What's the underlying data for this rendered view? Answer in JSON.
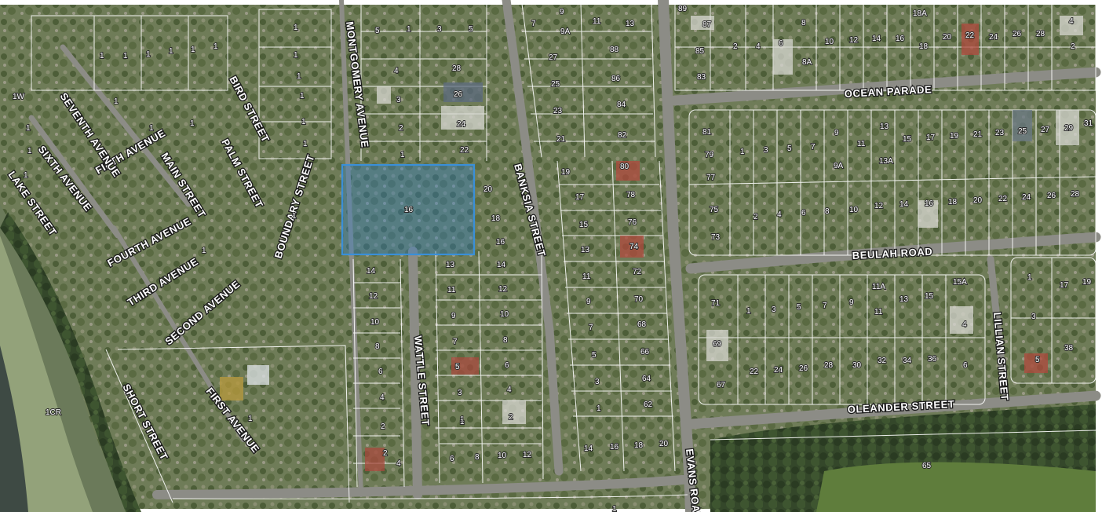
{
  "map": {
    "streets": [
      {
        "key": "montgomery",
        "label": "MONTGOMERY AVENUE"
      },
      {
        "key": "bird",
        "label": "BIRD STREET"
      },
      {
        "key": "palm",
        "label": "PALM STREET"
      },
      {
        "key": "main",
        "label": "MAIN STREET"
      },
      {
        "key": "fifth",
        "label": "FIFTH AVENUE"
      },
      {
        "key": "sixth",
        "label": "SIXTH AVENUE"
      },
      {
        "key": "seventh",
        "label": "SEVENTH AVENUE"
      },
      {
        "key": "lake",
        "label": "LAKE STREET"
      },
      {
        "key": "boundary",
        "label": "BOUNDARY STREET"
      },
      {
        "key": "fourth",
        "label": "FOURTH AVENUE"
      },
      {
        "key": "third",
        "label": "THIRD AVENUE"
      },
      {
        "key": "second",
        "label": "SECOND AVENUE"
      },
      {
        "key": "first",
        "label": "FIRST AVENUE"
      },
      {
        "key": "short",
        "label": "SHORT STREET"
      },
      {
        "key": "wattle",
        "label": "WATTLE STREET"
      },
      {
        "key": "banksia",
        "label": "BANKSIA STREET"
      },
      {
        "key": "evans",
        "label": "EVANS ROAD"
      },
      {
        "key": "ocean",
        "label": "OCEAN PARADE"
      },
      {
        "key": "beulah",
        "label": "BEULAH ROAD"
      },
      {
        "key": "lillian",
        "label": "LILLIAN STREET"
      },
      {
        "key": "oleander",
        "label": "OLEANDER STREET"
      }
    ],
    "highlighted_lot": {
      "label": "16",
      "color": "#3a8fd8"
    },
    "lots": [
      {
        "id": "w1",
        "label": "1W"
      },
      {
        "id": "cr",
        "label": "1CR"
      },
      {
        "id": "l65",
        "label": "65"
      },
      {
        "id": "a1",
        "label": "1"
      },
      {
        "id": "a2",
        "label": "1"
      },
      {
        "id": "a3",
        "label": "1"
      },
      {
        "id": "a4",
        "label": "1"
      },
      {
        "id": "a5",
        "label": "1"
      },
      {
        "id": "a6",
        "label": "1"
      },
      {
        "id": "a7",
        "label": "1"
      },
      {
        "id": "a8",
        "label": "1"
      },
      {
        "id": "a9",
        "label": "1"
      },
      {
        "id": "a10",
        "label": "1"
      },
      {
        "id": "a11",
        "label": "1"
      },
      {
        "id": "a12",
        "label": "1"
      },
      {
        "id": "a13",
        "label": "1"
      },
      {
        "id": "a14",
        "label": "1"
      },
      {
        "id": "a15",
        "label": "1"
      },
      {
        "id": "a16",
        "label": "1"
      },
      {
        "id": "a17",
        "label": "1"
      },
      {
        "id": "a18",
        "label": "1"
      },
      {
        "id": "a19",
        "label": "1"
      },
      {
        "id": "a20",
        "label": "1"
      },
      {
        "id": "a21",
        "label": "1"
      },
      {
        "id": "a22",
        "label": "1"
      },
      {
        "id": "m5",
        "label": "5"
      },
      {
        "id": "m1a",
        "label": "1"
      },
      {
        "id": "m4",
        "label": "4"
      },
      {
        "id": "m3",
        "label": "3"
      },
      {
        "id": "m2",
        "label": "2"
      },
      {
        "id": "m1b",
        "label": "1"
      },
      {
        "id": "n3",
        "label": "3"
      },
      {
        "id": "n5",
        "label": "5"
      },
      {
        "id": "n28",
        "label": "28"
      },
      {
        "id": "n26",
        "label": "26"
      },
      {
        "id": "n24",
        "label": "24"
      },
      {
        "id": "n22",
        "label": "22"
      },
      {
        "id": "w14",
        "label": "14"
      },
      {
        "id": "w12",
        "label": "12"
      },
      {
        "id": "w10",
        "label": "10"
      },
      {
        "id": "w8",
        "label": "8"
      },
      {
        "id": "w6",
        "label": "6"
      },
      {
        "id": "w4",
        "label": "4"
      },
      {
        "id": "w2a",
        "label": "2"
      },
      {
        "id": "w2b",
        "label": "2"
      },
      {
        "id": "w4b",
        "label": "4"
      },
      {
        "id": "e13",
        "label": "13"
      },
      {
        "id": "e11",
        "label": "11"
      },
      {
        "id": "e9",
        "label": "9"
      },
      {
        "id": "e7",
        "label": "7"
      },
      {
        "id": "e5",
        "label": "5"
      },
      {
        "id": "e3",
        "label": "3"
      },
      {
        "id": "e1",
        "label": "1"
      },
      {
        "id": "s6",
        "label": "6"
      },
      {
        "id": "s8",
        "label": "8"
      },
      {
        "id": "s10",
        "label": "10"
      },
      {
        "id": "s12",
        "label": "12"
      },
      {
        "id": "b20",
        "label": "20"
      },
      {
        "id": "b18",
        "label": "18"
      },
      {
        "id": "b16",
        "label": "16"
      },
      {
        "id": "b14",
        "label": "14"
      },
      {
        "id": "b12",
        "label": "12"
      },
      {
        "id": "b10",
        "label": "10"
      },
      {
        "id": "b8",
        "label": "8"
      },
      {
        "id": "b6",
        "label": "6"
      },
      {
        "id": "b4",
        "label": "4"
      },
      {
        "id": "b2",
        "label": "2"
      },
      {
        "id": "c7",
        "label": "7"
      },
      {
        "id": "c9",
        "label": "9"
      },
      {
        "id": "c11",
        "label": "11"
      },
      {
        "id": "c13",
        "label": "13"
      },
      {
        "id": "c9A",
        "label": "9A"
      },
      {
        "id": "c27",
        "label": "27"
      },
      {
        "id": "c88",
        "label": "88"
      },
      {
        "id": "c25",
        "label": "25"
      },
      {
        "id": "c86",
        "label": "86"
      },
      {
        "id": "c23",
        "label": "23"
      },
      {
        "id": "c84",
        "label": "84"
      },
      {
        "id": "c21",
        "label": "21"
      },
      {
        "id": "c82",
        "label": "82"
      },
      {
        "id": "c19",
        "label": "19"
      },
      {
        "id": "c80",
        "label": "80"
      },
      {
        "id": "c17",
        "label": "17"
      },
      {
        "id": "c78",
        "label": "78"
      },
      {
        "id": "c15",
        "label": "15"
      },
      {
        "id": "c76",
        "label": "76"
      },
      {
        "id": "c13b",
        "label": "13"
      },
      {
        "id": "c74",
        "label": "74"
      },
      {
        "id": "c11b",
        "label": "11"
      },
      {
        "id": "c72",
        "label": "72"
      },
      {
        "id": "c9b",
        "label": "9"
      },
      {
        "id": "c70",
        "label": "70"
      },
      {
        "id": "c7b",
        "label": "7"
      },
      {
        "id": "c68",
        "label": "68"
      },
      {
        "id": "c5",
        "label": "5"
      },
      {
        "id": "c66",
        "label": "66"
      },
      {
        "id": "c3",
        "label": "3"
      },
      {
        "id": "c64",
        "label": "64"
      },
      {
        "id": "c1",
        "label": "1"
      },
      {
        "id": "c62",
        "label": "62"
      },
      {
        "id": "c14",
        "label": "14"
      },
      {
        "id": "c16",
        "label": "16"
      },
      {
        "id": "c18",
        "label": "18"
      },
      {
        "id": "c20",
        "label": "20"
      },
      {
        "id": "o89",
        "label": "89"
      },
      {
        "id": "o87",
        "label": "87"
      },
      {
        "id": "o85",
        "label": "85"
      },
      {
        "id": "o83",
        "label": "83"
      },
      {
        "id": "o2a",
        "label": "2"
      },
      {
        "id": "o4",
        "label": "4"
      },
      {
        "id": "o6",
        "label": "6"
      },
      {
        "id": "o8",
        "label": "8"
      },
      {
        "id": "o8A",
        "label": "8A"
      },
      {
        "id": "o10",
        "label": "10"
      },
      {
        "id": "o12",
        "label": "12"
      },
      {
        "id": "o14",
        "label": "14"
      },
      {
        "id": "o16",
        "label": "16"
      },
      {
        "id": "o18A",
        "label": "18A"
      },
      {
        "id": "o18",
        "label": "18"
      },
      {
        "id": "o20",
        "label": "20"
      },
      {
        "id": "o22",
        "label": "22"
      },
      {
        "id": "o24",
        "label": "24"
      },
      {
        "id": "o26",
        "label": "26"
      },
      {
        "id": "o28",
        "label": "28"
      },
      {
        "id": "o4b",
        "label": "4"
      },
      {
        "id": "o2b",
        "label": "2"
      },
      {
        "id": "p81",
        "label": "81"
      },
      {
        "id": "p79",
        "label": "79"
      },
      {
        "id": "p77",
        "label": "77"
      },
      {
        "id": "p75",
        "label": "75"
      },
      {
        "id": "p73",
        "label": "73"
      },
      {
        "id": "p1",
        "label": "1"
      },
      {
        "id": "p3",
        "label": "3"
      },
      {
        "id": "p5",
        "label": "5"
      },
      {
        "id": "p7",
        "label": "7"
      },
      {
        "id": "p9",
        "label": "9"
      },
      {
        "id": "p9A",
        "label": "9A"
      },
      {
        "id": "p11",
        "label": "11"
      },
      {
        "id": "p13",
        "label": "13"
      },
      {
        "id": "p13A",
        "label": "13A"
      },
      {
        "id": "p15",
        "label": "15"
      },
      {
        "id": "p17",
        "label": "17"
      },
      {
        "id": "p19",
        "label": "19"
      },
      {
        "id": "p21",
        "label": "21"
      },
      {
        "id": "p23",
        "label": "23"
      },
      {
        "id": "p25",
        "label": "25"
      },
      {
        "id": "p27",
        "label": "27"
      },
      {
        "id": "p29",
        "label": "29"
      },
      {
        "id": "p31",
        "label": "31"
      },
      {
        "id": "q2",
        "label": "2"
      },
      {
        "id": "q4",
        "label": "4"
      },
      {
        "id": "q6",
        "label": "6"
      },
      {
        "id": "q8",
        "label": "8"
      },
      {
        "id": "q10",
        "label": "10"
      },
      {
        "id": "q12",
        "label": "12"
      },
      {
        "id": "q14",
        "label": "14"
      },
      {
        "id": "q16",
        "label": "16"
      },
      {
        "id": "q18",
        "label": "18"
      },
      {
        "id": "q20",
        "label": "20"
      },
      {
        "id": "q22",
        "label": "22"
      },
      {
        "id": "q24",
        "label": "24"
      },
      {
        "id": "q26",
        "label": "26"
      },
      {
        "id": "q28",
        "label": "28"
      },
      {
        "id": "r71",
        "label": "71"
      },
      {
        "id": "r69",
        "label": "69"
      },
      {
        "id": "r67",
        "label": "67"
      },
      {
        "id": "r1",
        "label": "1"
      },
      {
        "id": "r3",
        "label": "3"
      },
      {
        "id": "r5",
        "label": "5"
      },
      {
        "id": "r7",
        "label": "7"
      },
      {
        "id": "r9",
        "label": "9"
      },
      {
        "id": "r11",
        "label": "11"
      },
      {
        "id": "r11A",
        "label": "11A"
      },
      {
        "id": "r13",
        "label": "13"
      },
      {
        "id": "r15",
        "label": "15"
      },
      {
        "id": "r15A",
        "label": "15A"
      },
      {
        "id": "r4",
        "label": "4"
      },
      {
        "id": "r6",
        "label": "6"
      },
      {
        "id": "r22",
        "label": "22"
      },
      {
        "id": "r24",
        "label": "24"
      },
      {
        "id": "r26",
        "label": "26"
      },
      {
        "id": "r28",
        "label": "28"
      },
      {
        "id": "r30",
        "label": "30"
      },
      {
        "id": "r32",
        "label": "32"
      },
      {
        "id": "r34",
        "label": "34"
      },
      {
        "id": "r36",
        "label": "36"
      },
      {
        "id": "t1",
        "label": "1"
      },
      {
        "id": "t17",
        "label": "17"
      },
      {
        "id": "t19",
        "label": "19"
      },
      {
        "id": "t3",
        "label": "3"
      },
      {
        "id": "t38",
        "label": "38"
      },
      {
        "id": "t5",
        "label": "5"
      },
      {
        "id": "x1",
        "label": "1"
      }
    ]
  }
}
